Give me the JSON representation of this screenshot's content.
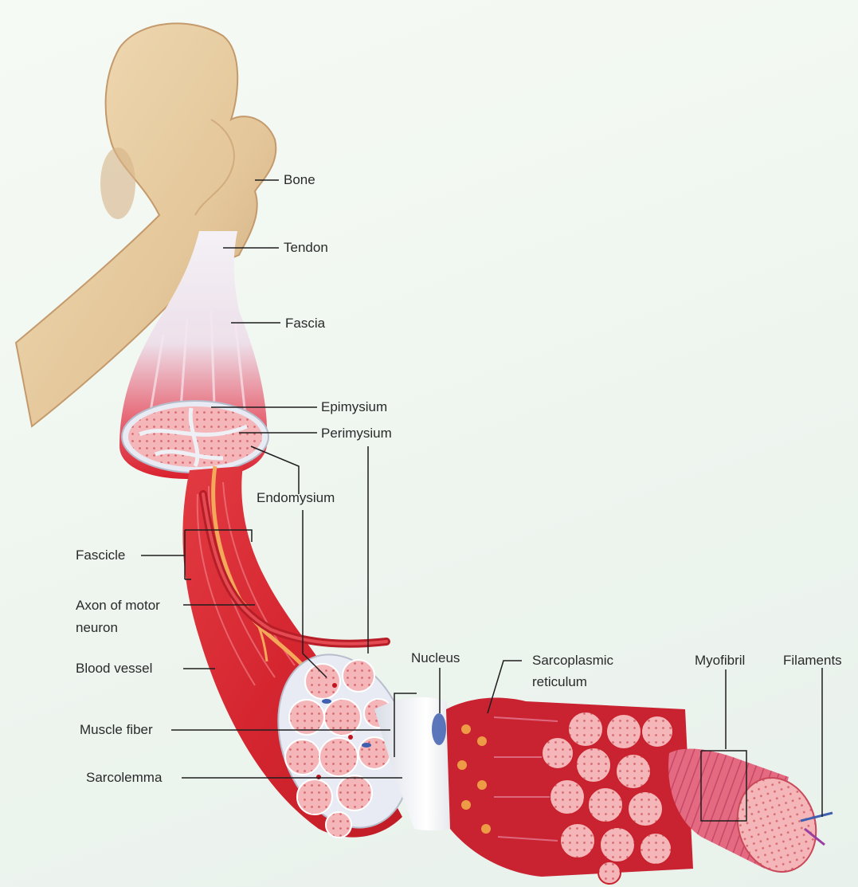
{
  "labels": {
    "bone": "Bone",
    "tendon": "Tendon",
    "fascia": "Fascia",
    "epimysium": "Epimysium",
    "perimysium": "Perimysium",
    "endomysium": "Endomysium",
    "fascicle": "Fascicle",
    "axon_line1": "Axon of motor",
    "axon_line2": "neuron",
    "blood_vessel": "Blood vessel",
    "muscle_fiber": "Muscle fiber",
    "sarcolemma": "Sarcolemma",
    "nucleus": "Nucleus",
    "sarcoplasmic_line1": "Sarcoplasmic",
    "sarcoplasmic_line2": "reticulum",
    "myofibril": "Myofibril",
    "filaments": "Filaments"
  },
  "colors": {
    "bone": "#e9cfa5",
    "bone_shadow": "#c9a57a",
    "muscle": "#e0323a",
    "muscle_dark": "#b81e28",
    "fiber_pink": "#f2a3a6",
    "connective": "#eef0f6",
    "nerve": "#f3a85a",
    "nucleus": "#3f5fb0"
  }
}
